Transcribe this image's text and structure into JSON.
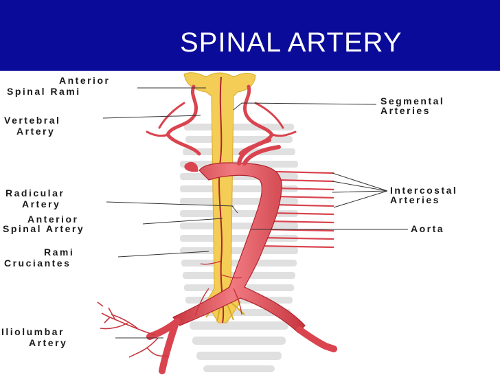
{
  "slide": {
    "title": "SPINAL ARTERY",
    "colors": {
      "header": "#0b0b99",
      "title_text": "#ffffff",
      "artery": "#e8505a",
      "spinal_cord": "#f2c640",
      "vertebra": "#cfcfcf"
    }
  },
  "labels_left": [
    {
      "line1": "Anterior",
      "line2": "Spinal Rami"
    },
    {
      "line1": "Vertebral",
      "line2": "Artery"
    },
    {
      "line1": "Radicular",
      "line2": "Artery"
    },
    {
      "line1": "Anterior",
      "line2": "Spinal Artery"
    },
    {
      "line1": "Rami",
      "line2": "Cruciantes"
    },
    {
      "line1": "Iliolumbar",
      "line2": "Artery"
    }
  ],
  "labels_right": [
    {
      "line1": "Segmental",
      "line2": "Arteries"
    },
    {
      "line1": "Intercostal",
      "line2": "Arteries"
    },
    {
      "line1": "Aorta",
      "line2": ""
    }
  ]
}
